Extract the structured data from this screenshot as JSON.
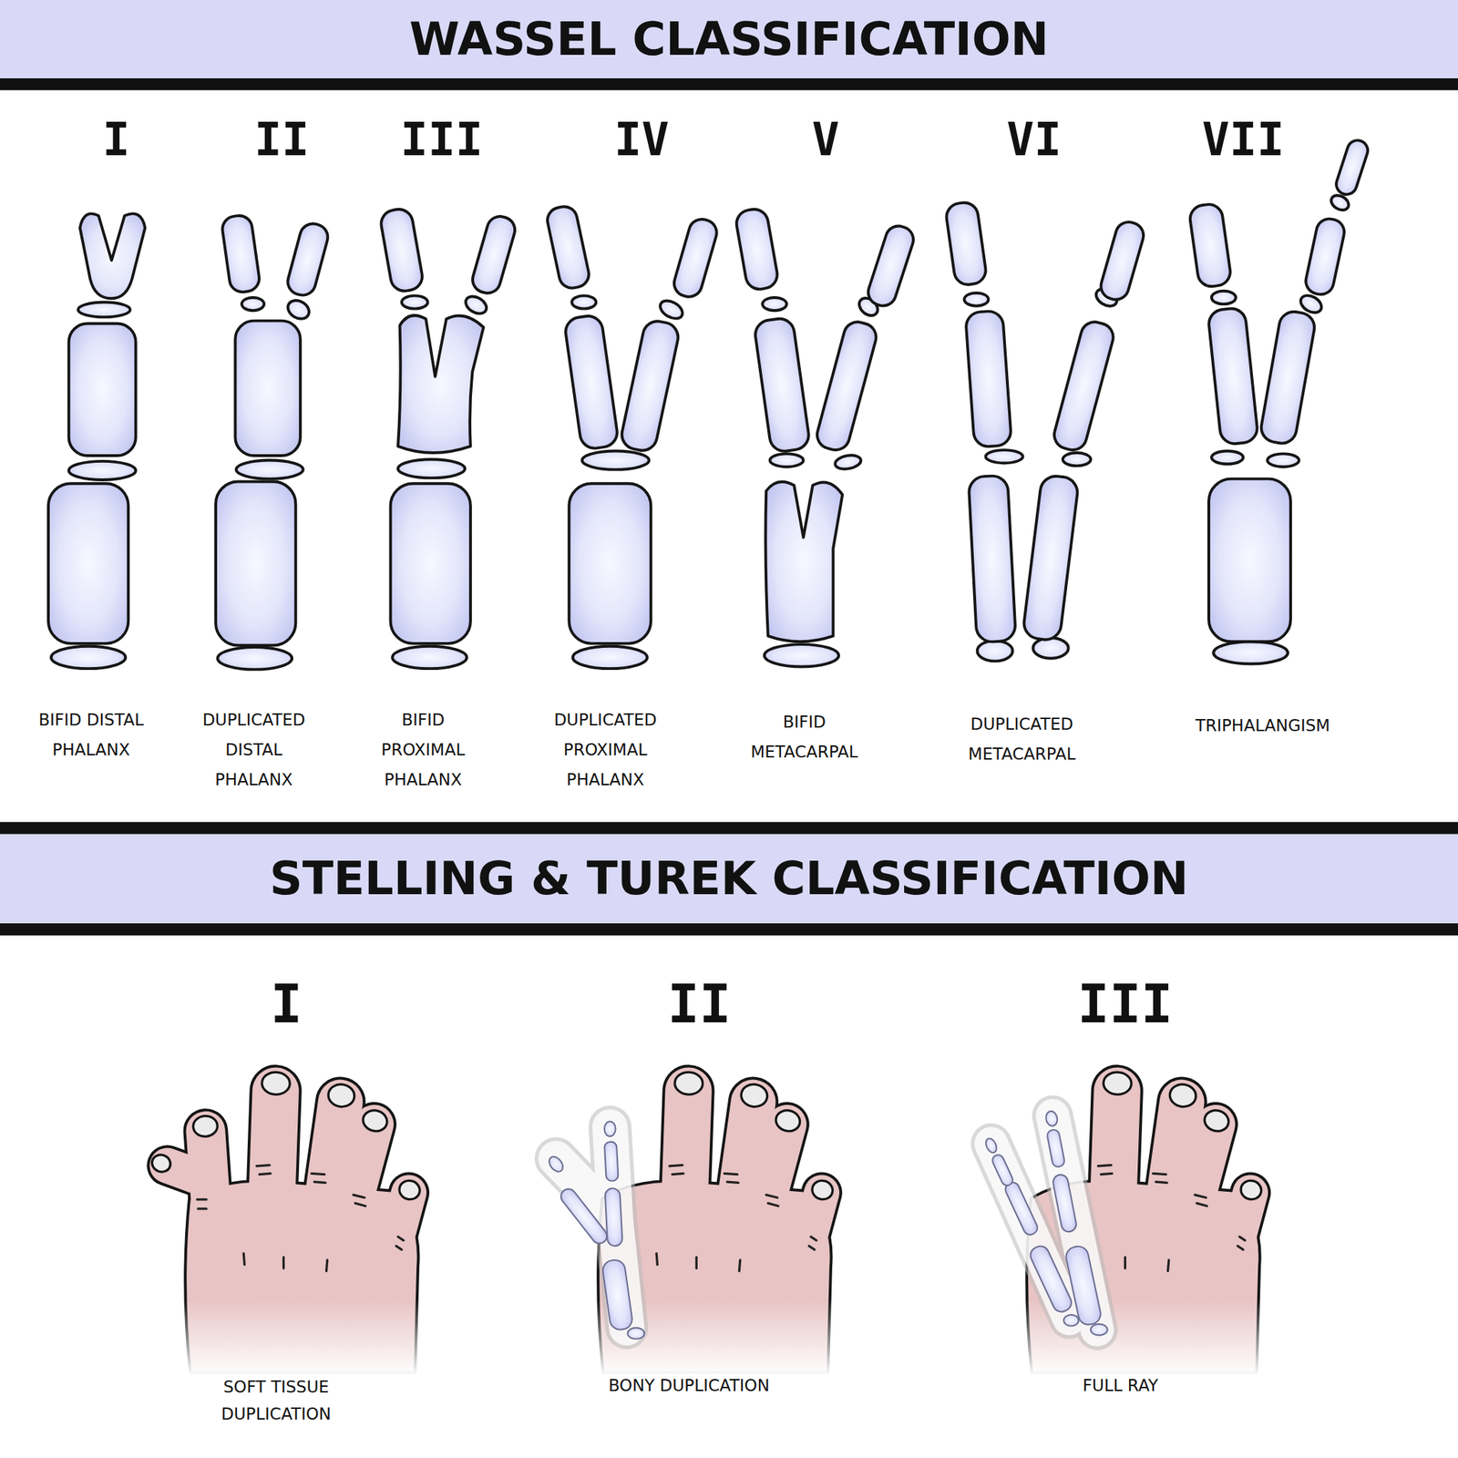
{
  "diagram": {
    "nodes": [
      {
        "text": [
          "WASSEL CLASSIFICATION"
        ]
      },
      {
        "text": [
          "STELLING & TUREK CLASSIFICATION"
        ]
      }
    ],
    "labels": [
      "I",
      "II",
      "III",
      "IV",
      "V",
      "VI",
      "VII",
      "BIFID DISTAL PHALANX",
      "DUPLICATED DISTAL PHALANX",
      "BIFID PROXIMAL PHALANX",
      "DUPLICATED PROXIMAL PHALANX",
      "BIFID METACARPAL",
      "DUPLICATED METACARPAL",
      "TRIPHALANGISM",
      "I",
      "II",
      "III",
      "SOFT TISSUE DUPLICATION",
      "BONY DUPLICATION",
      "FULL RAY"
    ]
  }
}
